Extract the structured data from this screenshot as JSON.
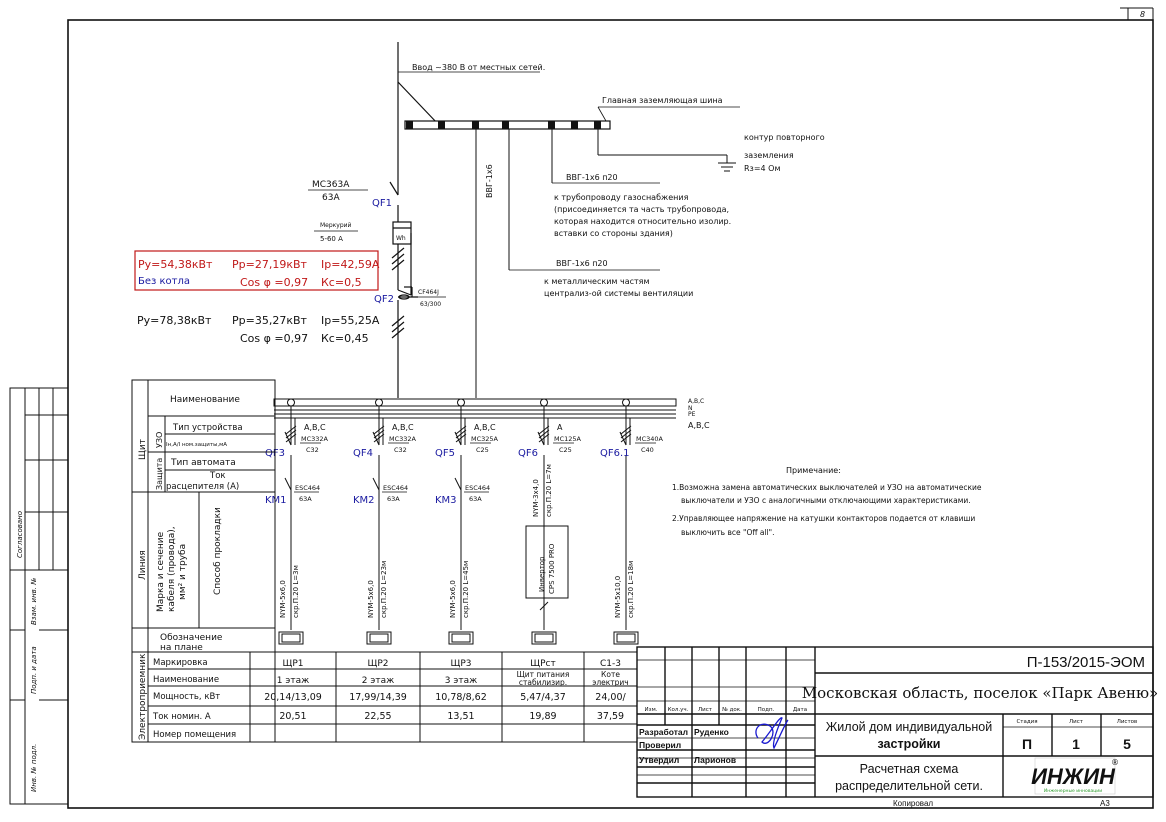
{
  "sheet": {
    "corner_mark": "8",
    "copied_label": "Копировал",
    "format": "А3"
  },
  "side_stamp": {
    "approved": "Согласовано",
    "replaced_inv": "Взам. инв. №",
    "sign_date": "Подп. и дата",
    "inv_orig": "Инв. № подл."
  },
  "input": {
    "feed": "Ввод ~380 В от местных сетей.",
    "main_ground_bus": "Главная заземляющая шина",
    "ground_loop_1": "контур повторного",
    "ground_loop_2": "заземления",
    "ground_resistance": "Rз=4 Ом",
    "cable_vertical": "ВВГ-1х6",
    "gas_cable": "ВВГ-1х6 п20",
    "gas_note": [
      "к трубопроводу газоснабжения",
      "(присоединяется та часть трубопровода,",
      "которая находится относительно изолир.",
      "вставки со стороны здания)"
    ],
    "vent_cable": "ВВГ-1х6 п20",
    "vent_note": [
      "к металлическим частям",
      "централиз-ой системы вентиляции"
    ]
  },
  "main_devices": {
    "qf1": {
      "label": "QF1",
      "type": "МС363А",
      "rating": "63А"
    },
    "meter": {
      "label": "Wh",
      "type": "Меркурий",
      "rating": "5-60 А"
    },
    "qf2": {
      "label": "QF2",
      "type": "CF464J",
      "rating": "63/300"
    }
  },
  "calc_no_boiler": {
    "py": "Ру=54,38кВт",
    "pp": "Рр=27,19кВт",
    "ip": "Iр=42,59А",
    "note": "Без котла",
    "cos": "Cos φ =0,97",
    "kc": "Кс=0,5",
    "accent": "#c01818"
  },
  "calc_total": {
    "py": "Ру=78,38кВт",
    "pp": "Рр=35,27кВт",
    "ip": "Iр=55,25А",
    "cos": "Cos φ =0,97",
    "kc": "Кс=0,45"
  },
  "bus_labels": {
    "l1": "A,B,C",
    "l2": "N",
    "l3": "PE",
    "l4": "A,B,C"
  },
  "feeders": [
    {
      "qf": "QF3",
      "phases": "A,B,C",
      "breaker": "МС332А",
      "curve": "C32",
      "km": "KM1",
      "contactor": "ESC464",
      "km_rating": "63А",
      "cable": "NYM-5х6,0",
      "route": "скр.П.20  L=3м"
    },
    {
      "qf": "QF4",
      "phases": "A,B,C",
      "breaker": "МС332А",
      "curve": "C32",
      "km": "KM2",
      "contactor": "ESC464",
      "km_rating": "63А",
      "cable": "NYM-5х6,0",
      "route": "скр.П.20  L=23м"
    },
    {
      "qf": "QF5",
      "phases": "A,B,C",
      "breaker": "МС325А",
      "curve": "C25",
      "km": "KM3",
      "contactor": "ESC464",
      "km_rating": "63А",
      "cable": "NYM-5х6,0",
      "route": "скр.П.20  L=45м"
    },
    {
      "qf": "QF6",
      "phases": "A",
      "breaker": "МС125А",
      "curve": "C25",
      "cable": "NYM-3х4,0",
      "route": "скр.П.20  L=7м",
      "inverter_1": "Инвертор",
      "inverter_2": "CPS 7500 PRO"
    },
    {
      "qf": "QF6.1",
      "phases": "",
      "breaker": "МС340А",
      "curve": "C40",
      "cable": "NYM-5х10,0",
      "route": "скр.П.20  L=18м"
    }
  ],
  "legend_table": {
    "shield": "Щит",
    "name": "Наименование",
    "uzo": "УЗО",
    "device_type": "Тип устройства",
    "leak_current": "Iн,А/I ном.защиты,мА",
    "protection": "Защита",
    "breaker_type": "Тип автомата",
    "trip_current_1": "Ток",
    "trip_current_2": "расцепителя  (А)",
    "line": "Линия",
    "cable_mark_1": "Марка  и сечение",
    "cable_mark_2": "кабеля  (провода),",
    "cable_mark_3": "мм² и  труба",
    "laying": "Способ  прокладки",
    "plan_1": "Обозначение",
    "plan_2": "на плане",
    "consumers": "Электроприемник",
    "rows": [
      "Маркировка",
      "Наименование",
      "Мощность,  кВт",
      "Ток  номин.  А",
      "Номер  помещения"
    ]
  },
  "consumers": [
    {
      "mark": "ЩР1",
      "name": "1  этаж",
      "power": "20,14/13,09",
      "current": "20,51"
    },
    {
      "mark": "ЩР2",
      "name": "2  этаж",
      "power": "17,99/14,39",
      "current": "22,55"
    },
    {
      "mark": "ЩР3",
      "name": "3  этаж",
      "power": "10,78/8,62",
      "current": "13,51"
    },
    {
      "mark": "ЩРст",
      "name_1": "Щит  питания",
      "name_2": "стабилизир.",
      "power": "5,47/4,37",
      "current": "19,89"
    },
    {
      "mark": "С1-3",
      "name_1": "Коте",
      "name_2": "электрич",
      "power": "24,00/",
      "current": "37,59"
    }
  ],
  "notes": {
    "title": "Примечание:",
    "n1a": "1.Возможна замена автоматических выключателей и УЗО на автоматические",
    "n1b": "выключатели и УЗО с аналогичными отключающими характеристиками.",
    "n2a": "2.Управляющее напряжение на катушки контакторов подается от клавиши",
    "n2b": "выключить все \"Off all\"."
  },
  "title_block": {
    "code": "П-153/2015-ЭОМ",
    "location": "Московская область, поселок «Парк Авеню»",
    "object_1": "Жилой дом индивидуальной",
    "object_2": "застройки",
    "sheet_title_1": "Расчетная схема",
    "sheet_title_2": "распределительной сети.",
    "cols": [
      "Изм.",
      "Кол.уч.",
      "Лист",
      "№ док.",
      "Подп.",
      "Дата"
    ],
    "roles": [
      {
        "role": "Разработал",
        "name": "Руденко"
      },
      {
        "role": "Проверил",
        "name": ""
      },
      {
        "role": "Утвердил",
        "name": "Ларионов"
      }
    ],
    "stage_label": "Стадия",
    "sheet_label": "Лист",
    "sheets_label": "Листов",
    "stage": "П",
    "sheet": "1",
    "sheets": "5",
    "logo": "ИНЖИН",
    "logo_sub": "Инженерные инновации",
    "logo_mark": "®",
    "logo_color": "#2a9a2a"
  }
}
